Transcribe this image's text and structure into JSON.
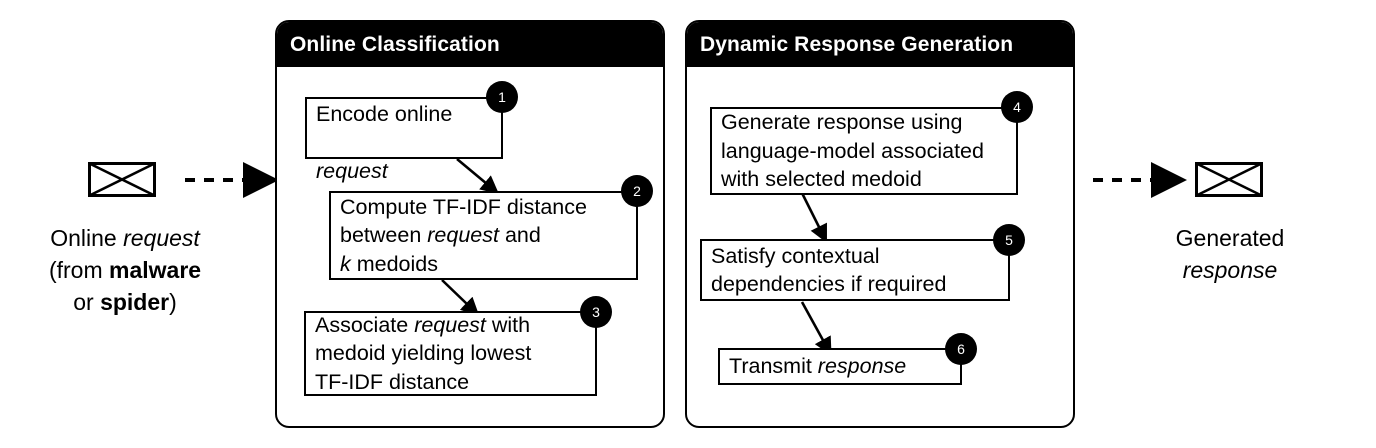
{
  "diagram": {
    "title_hidden": "",
    "panels": [
      {
        "id": "online-classification",
        "title": "Online Classification",
        "steps": [
          {
            "number": "1",
            "text_plain": "Encode online request",
            "line1": "Encode online",
            "line2_italic": "request"
          },
          {
            "number": "2",
            "text_plain": "Compute TF-IDF distance between request and k medoids"
          },
          {
            "number": "3",
            "text_plain": "Associate request with medoid yielding lowest TF-IDF distance"
          }
        ]
      },
      {
        "id": "dynamic-response-generation",
        "title": "Dynamic Response Generation",
        "steps": [
          {
            "number": "4",
            "text_plain": "Generate response using language-model associated with selected medoid"
          },
          {
            "number": "5",
            "text_plain": "Satisfy contextual dependencies if required"
          },
          {
            "number": "6",
            "text_plain": "Transmit response"
          }
        ]
      }
    ],
    "input": {
      "icon": "envelope-icon",
      "caption_line1_prefix": "Online ",
      "caption_line1_italic": "request",
      "caption_line2_prefix": "(from ",
      "caption_line2_bold": "malware",
      "caption_line3_prefix": "or ",
      "caption_line3_bold": "spider",
      "caption_line3_suffix": ")"
    },
    "output": {
      "icon": "envelope-icon",
      "caption_line1": "Generated",
      "caption_line2_italic": "response"
    },
    "colors": {
      "stroke": "#000000",
      "panel_header_bg": "#000000",
      "panel_header_text": "#ffffff",
      "background": "#ffffff",
      "badge_bg": "#000000",
      "badge_text": "#ffffff"
    }
  }
}
